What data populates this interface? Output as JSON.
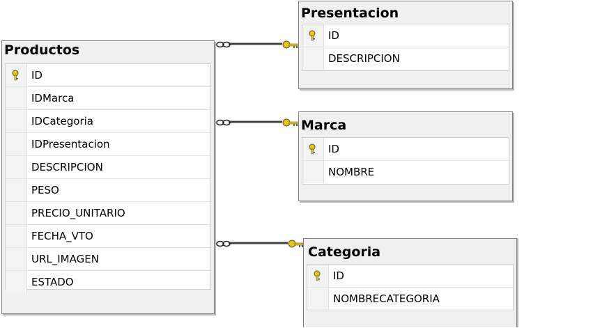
{
  "productos": {
    "title": "Productos",
    "columns": [
      {
        "name": "ID",
        "pk": true
      },
      {
        "name": "IDMarca",
        "pk": false
      },
      {
        "name": "IDCategoria",
        "pk": false
      },
      {
        "name": "IDPresentacion",
        "pk": false
      },
      {
        "name": "DESCRIPCION",
        "pk": false
      },
      {
        "name": "PESO",
        "pk": false
      },
      {
        "name": "PRECIO_UNITARIO",
        "pk": false
      },
      {
        "name": "FECHA_VTO",
        "pk": false
      },
      {
        "name": "URL_IMAGEN",
        "pk": false
      },
      {
        "name": "ESTADO",
        "pk": false
      }
    ]
  },
  "presentacion": {
    "title": "Presentacion",
    "columns": [
      {
        "name": "ID",
        "pk": true
      },
      {
        "name": "DESCRIPCION",
        "pk": false
      }
    ]
  },
  "marca": {
    "title": "Marca",
    "columns": [
      {
        "name": "ID",
        "pk": true
      },
      {
        "name": "NOMBRE",
        "pk": false
      }
    ]
  },
  "categoria": {
    "title": "Categoria",
    "columns": [
      {
        "name": "ID",
        "pk": true
      },
      {
        "name": "NOMBRECATEGORIA",
        "pk": false
      }
    ]
  },
  "relationships": [
    {
      "from": "Productos",
      "to": "Presentacion",
      "from_end": "many",
      "to_end": "key-icon"
    },
    {
      "from": "Productos",
      "to": "Marca",
      "from_end": "many",
      "to_end": "key-icon"
    },
    {
      "from": "Productos",
      "to": "Categoria",
      "from_end": "many",
      "to_end": "key-icon"
    }
  ],
  "colors": {
    "key": "#e8c800",
    "line": "#404040",
    "header_bg": "#f0f0f0"
  }
}
